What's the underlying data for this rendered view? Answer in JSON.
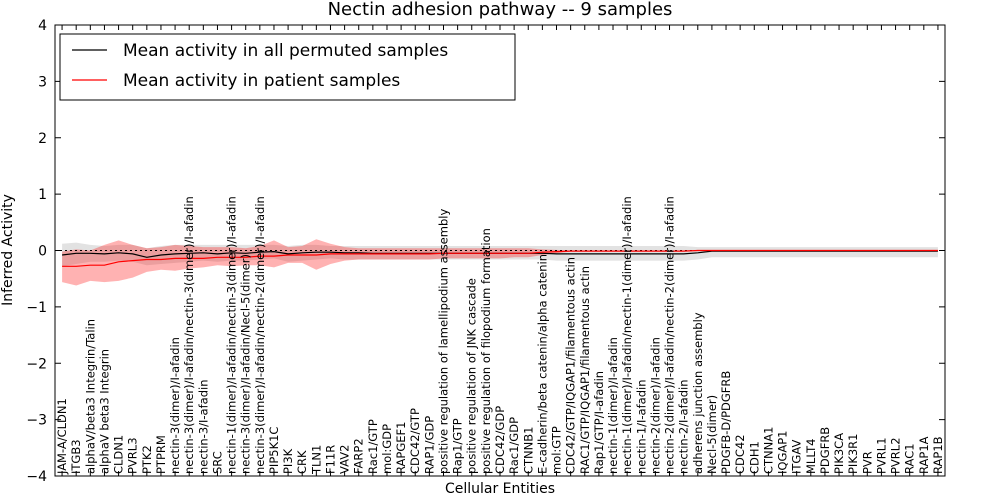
{
  "chart_data": {
    "type": "line",
    "title": "Nectin adhesion pathway -- 9 samples",
    "xlabel": "Cellular Entities",
    "ylabel": "Inferred Activity",
    "ylim": [
      -4,
      4
    ],
    "yticks": [
      -4,
      -3,
      -2,
      -1,
      0,
      1,
      2,
      3,
      4
    ],
    "ytick_labels": [
      "−4",
      "−3",
      "−2",
      "−1",
      "0",
      "1",
      "2",
      "3",
      "4"
    ],
    "grid": false,
    "legend_position": "top-left",
    "colors": {
      "permuted_line": "#000000",
      "permuted_band": "#bfbfbf",
      "patient_line": "#ff0000",
      "patient_band": "#ff0000",
      "zero_line": "#000000"
    },
    "categories": [
      "JAM-A/CLDN1",
      "ITGB3",
      "alphaV/beta3 Integrin/Talin",
      "alphaV beta3 Integrin",
      "CLDN1",
      "PVRL3",
      "PTK2",
      "PTPRM",
      "nectin-3(dimer)/I-afadin",
      "nectin-3(dimer)/I-afadin/nectin-3(dimer)/I-afadin",
      "nectin-3/I-afadin",
      "SRC",
      "nectin-1(dimer)/I-afadin/nectin-3(dimer)/I-afadin",
      "nectin-3(dimer)/I-afadin/Necl-5(dimer)",
      "nectin-3(dimer)/I-afadin/nectin-2(dimer)/I-afadin",
      "PIP5K1C",
      "PI3K",
      "CRK",
      "TLN1",
      "F11R",
      "VAV2",
      "FARP2",
      "Rac1/GTP",
      "mol:GDP",
      "RAPGEF1",
      "CDC42/GTP",
      "RAP1/GDP",
      "positive regulation of lamellipodium assembly",
      "Rap1/GTP",
      "positive regulation of JNK cascade",
      "positive regulation of filopodium formation",
      "CDC42/GDP",
      "Rac1/GDP",
      "CTNNB1",
      "E-cadherin/beta catenin/alpha catenin",
      "mol:GTP",
      "CDC42/GTP/IQGAP1/filamentous actin",
      "RAC1/GTP/IQGAP1/filamentous actin",
      "Rap1/GTP/I-afadin",
      "nectin-1(dimer)/I-afadin",
      "nectin-1(dimer)/I-afadin/nectin-1(dimer)/I-afadin",
      "nectin-1/I-afadin",
      "nectin-2(dimer)/I-afadin",
      "nectin-2(dimer)/I-afadin/nectin-2(dimer)/I-afadin",
      "nectin-2/I-afadin",
      "adherens junction assembly",
      "Necl-5(dimer)",
      "PDGFB-D/PDGFRB",
      "CDC42",
      "CDH1",
      "CTNNA1",
      "IQGAP1",
      "ITGAV",
      "MLLT4",
      "PDGFRB",
      "PIK3CA",
      "PIK3R1",
      "PVR",
      "PVRL1",
      "PVRL2",
      "RAC1",
      "RAP1A",
      "RAP1B"
    ],
    "series": [
      {
        "name": "Mean activity in all permuted samples",
        "values": [
          -0.08,
          -0.05,
          -0.05,
          -0.06,
          -0.04,
          -0.06,
          -0.12,
          -0.08,
          -0.06,
          -0.05,
          -0.04,
          -0.06,
          -0.04,
          -0.05,
          -0.03,
          -0.02,
          -0.06,
          -0.04,
          -0.03,
          -0.03,
          -0.04,
          -0.04,
          -0.05,
          -0.05,
          -0.05,
          -0.05,
          -0.05,
          -0.05,
          -0.05,
          -0.05,
          -0.05,
          -0.05,
          -0.05,
          -0.05,
          -0.05,
          -0.06,
          -0.06,
          -0.06,
          -0.06,
          -0.06,
          -0.06,
          -0.06,
          -0.06,
          -0.06,
          -0.06,
          -0.04,
          -0.01,
          -0.01,
          -0.01,
          -0.01,
          -0.01,
          -0.01,
          -0.01,
          -0.01,
          -0.01,
          -0.01,
          -0.01,
          -0.01,
          -0.01,
          -0.01,
          -0.01,
          -0.01,
          -0.01
        ],
        "band_upper": [
          0.12,
          0.14,
          0.1,
          0.08,
          0.1,
          0.1,
          0.04,
          0.08,
          0.1,
          0.1,
          0.1,
          0.1,
          0.1,
          0.1,
          0.1,
          0.1,
          0.08,
          0.1,
          0.1,
          0.08,
          0.08,
          0.08,
          0.08,
          0.08,
          0.08,
          0.08,
          0.08,
          0.08,
          0.08,
          0.08,
          0.08,
          0.08,
          0.08,
          0.08,
          0.08,
          0.08,
          0.08,
          0.08,
          0.08,
          0.08,
          0.08,
          0.08,
          0.08,
          0.08,
          0.08,
          0.06,
          0.06,
          0.06,
          0.06,
          0.06,
          0.06,
          0.06,
          0.06,
          0.06,
          0.06,
          0.06,
          0.06,
          0.06,
          0.06,
          0.06,
          0.06,
          0.06,
          0.06
        ],
        "band_lower": [
          -0.28,
          -0.24,
          -0.2,
          -0.2,
          -0.18,
          -0.2,
          -0.26,
          -0.24,
          -0.22,
          -0.2,
          -0.18,
          -0.2,
          -0.18,
          -0.18,
          -0.16,
          -0.14,
          -0.2,
          -0.18,
          -0.16,
          -0.14,
          -0.16,
          -0.16,
          -0.16,
          -0.16,
          -0.16,
          -0.16,
          -0.16,
          -0.16,
          -0.16,
          -0.16,
          -0.16,
          -0.16,
          -0.16,
          -0.16,
          -0.16,
          -0.18,
          -0.18,
          -0.18,
          -0.18,
          -0.18,
          -0.18,
          -0.18,
          -0.18,
          -0.18,
          -0.18,
          -0.16,
          -0.12,
          -0.12,
          -0.12,
          -0.12,
          -0.12,
          -0.12,
          -0.12,
          -0.12,
          -0.12,
          -0.12,
          -0.12,
          -0.12,
          -0.12,
          -0.12,
          -0.12,
          -0.12,
          -0.12
        ]
      },
      {
        "name": "Mean activity in patient samples",
        "values": [
          -0.28,
          -0.28,
          -0.26,
          -0.26,
          -0.2,
          -0.18,
          -0.16,
          -0.16,
          -0.14,
          -0.14,
          -0.14,
          -0.12,
          -0.12,
          -0.12,
          -0.1,
          -0.1,
          -0.08,
          -0.08,
          -0.08,
          -0.06,
          -0.06,
          -0.06,
          -0.06,
          -0.06,
          -0.06,
          -0.06,
          -0.06,
          -0.05,
          -0.05,
          -0.05,
          -0.05,
          -0.05,
          -0.05,
          -0.05,
          -0.03,
          -0.02,
          -0.01,
          -0.01,
          -0.01,
          -0.01,
          -0.01,
          -0.01,
          -0.01,
          -0.01,
          -0.01,
          0.0,
          0.0,
          0.0,
          0.0,
          0.0,
          0.0,
          0.0,
          0.0,
          0.0,
          0.0,
          0.0,
          0.0,
          0.0,
          0.0,
          0.0,
          0.0,
          0.0,
          0.0
        ],
        "band_upper": [
          -0.02,
          0.02,
          0.0,
          0.1,
          0.18,
          0.1,
          0.04,
          0.06,
          0.1,
          0.08,
          0.06,
          0.06,
          0.06,
          0.04,
          0.08,
          0.18,
          0.06,
          0.08,
          0.2,
          0.12,
          0.06,
          0.04,
          0.04,
          0.04,
          0.04,
          0.04,
          0.04,
          0.04,
          0.04,
          0.04,
          0.04,
          0.04,
          0.04,
          0.04,
          0.02,
          0.01,
          0.0,
          0.0,
          0.0,
          0.0,
          0.0,
          0.0,
          0.0,
          0.0,
          0.0,
          0.01,
          0.01,
          0.01,
          0.01,
          0.01,
          0.01,
          0.01,
          0.01,
          0.01,
          0.01,
          0.01,
          0.01,
          0.01,
          0.01,
          0.01,
          0.01,
          0.01,
          0.01
        ],
        "band_lower": [
          -0.56,
          -0.62,
          -0.54,
          -0.56,
          -0.54,
          -0.48,
          -0.38,
          -0.34,
          -0.36,
          -0.32,
          -0.3,
          -0.26,
          -0.28,
          -0.26,
          -0.26,
          -0.3,
          -0.22,
          -0.22,
          -0.34,
          -0.24,
          -0.18,
          -0.16,
          -0.16,
          -0.16,
          -0.16,
          -0.16,
          -0.16,
          -0.14,
          -0.14,
          -0.14,
          -0.14,
          -0.14,
          -0.12,
          -0.12,
          -0.08,
          -0.05,
          -0.02,
          -0.02,
          -0.02,
          -0.02,
          -0.02,
          -0.02,
          -0.02,
          -0.02,
          -0.02,
          -0.01,
          -0.01,
          -0.01,
          -0.01,
          -0.01,
          -0.01,
          -0.01,
          -0.01,
          -0.01,
          -0.01,
          -0.01,
          -0.01,
          -0.01,
          -0.01,
          -0.01,
          -0.01,
          -0.01,
          -0.01
        ]
      }
    ]
  }
}
